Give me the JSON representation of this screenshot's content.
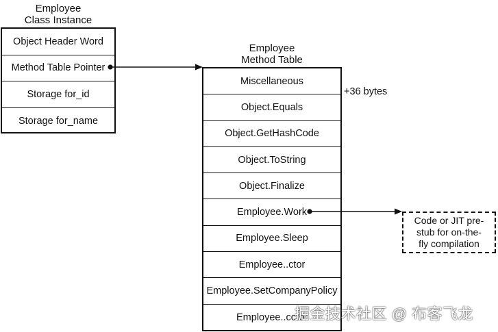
{
  "instance": {
    "title_line1": "Employee",
    "title_line2": "Class Instance",
    "rows": [
      "Object Header Word",
      "Method Table Pointer",
      "Storage for_id",
      "Storage for_name"
    ]
  },
  "method_table": {
    "title_line1": "Employee",
    "title_line2": "Method Table",
    "rows": [
      "Miscellaneous",
      "Object.Equals",
      "Object.GetHashCode",
      "Object.ToString",
      "Object.Finalize",
      "Employee.Work",
      "Employee.Sleep",
      "Employee..ctor",
      "Employee.SetCompanyPolicy",
      "Employee..cctor"
    ],
    "offset_label": "+36 bytes"
  },
  "stub": {
    "line1": "Code or JIT pre-",
    "line2": "stub for on-the-",
    "line3": "fly compilation"
  },
  "watermark": "掘金技术社区 @ 布客飞龙"
}
